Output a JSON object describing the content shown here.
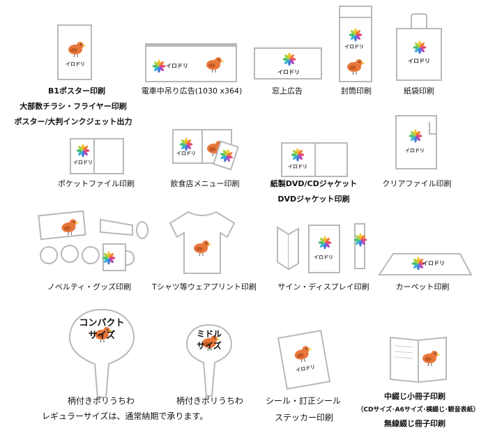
{
  "brand_text": "イロドリ",
  "items": [
    {
      "id": "b1poster",
      "lines": [
        "B1ポスター印刷",
        "大部数チラシ・フライヤー印刷",
        "ポスター/大判インクジェット出力"
      ],
      "bold": true
    },
    {
      "id": "train",
      "lines": [
        "電車中吊り広告(1030 x364)"
      ]
    },
    {
      "id": "window",
      "lines": [
        "窓上広告"
      ]
    },
    {
      "id": "envelope",
      "lines": [
        "封筒印刷"
      ]
    },
    {
      "id": "paperbag",
      "lines": [
        "紙袋印刷"
      ]
    },
    {
      "id": "pocketfile",
      "lines": [
        "ポケットファイル印刷"
      ]
    },
    {
      "id": "menu",
      "lines": [
        "飲食店メニュー印刷"
      ]
    },
    {
      "id": "dvd",
      "lines": [
        "紙製DVD/CDジャケット",
        "DVDジャケット印刷"
      ]
    },
    {
      "id": "clearfile",
      "lines": [
        "クリアファイル印刷"
      ]
    },
    {
      "id": "novelty",
      "lines": [
        "ノベルティ・グッズ印刷"
      ]
    },
    {
      "id": "tshirt",
      "lines": [
        "Tシャツ等ウェアプリント印刷"
      ]
    },
    {
      "id": "sign",
      "lines": [
        "サイン・ディスプレイ印刷"
      ]
    },
    {
      "id": "carpet",
      "lines": [
        "カーペット印刷"
      ]
    },
    {
      "id": "fan_compact",
      "badge": [
        "コンパクト",
        "サイズ"
      ],
      "lines": [
        "柄付きポリうちわ"
      ]
    },
    {
      "id": "fan_middle",
      "badge": [
        "ミドル",
        "サイズ"
      ],
      "lines": [
        "柄付きポリうちわ"
      ]
    },
    {
      "id": "fan_note",
      "lines": [
        "レギュラーサイズは、通常納期で承ります。"
      ]
    },
    {
      "id": "sticker",
      "lines": [
        "シール・訂正シール",
        "ステッカー印刷"
      ]
    },
    {
      "id": "booklet",
      "lines": [
        "中綴じ小冊子印刷",
        "（CDサイズ･A6サイズ･横綴じ･観音表紙）",
        "無線綴じ冊子印刷"
      ]
    }
  ]
}
